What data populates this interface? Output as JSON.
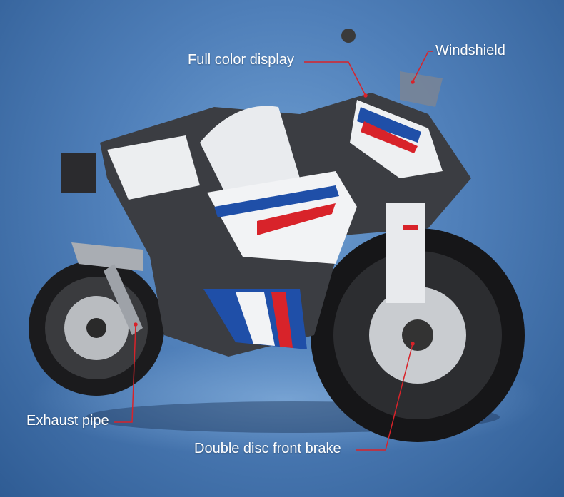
{
  "callouts": {
    "full_color_display": "Full color display",
    "windshield": "Windshield",
    "exhaust_pipe": "Exhaust pipe",
    "front_brake": "Double disc front brake"
  },
  "colors": {
    "leader_line": "#d8232a",
    "accent_blue": "#1f4fa8",
    "accent_red": "#d8232a"
  }
}
